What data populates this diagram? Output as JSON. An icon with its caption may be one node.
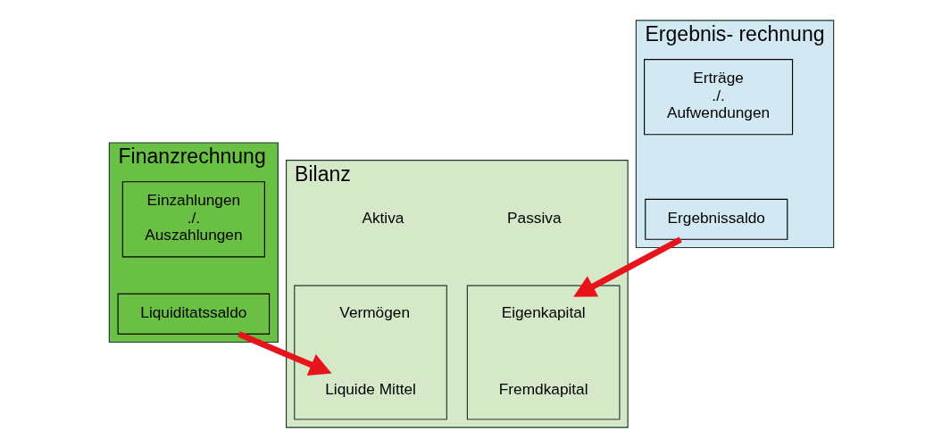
{
  "diagram": {
    "nodes": [
      {
        "text": [
          "Finanzrechnung"
        ]
      },
      {
        "text": [
          "Einzahlungen",
          "./.",
          "Auszahlungen"
        ],
        "in": 0
      },
      {
        "text": [
          "Liquiditatssaldo"
        ],
        "in": 0
      },
      {
        "text": [
          "Bilanz"
        ]
      },
      {
        "text": [
          "Aktiva"
        ],
        "in": 3
      },
      {
        "text": [
          "Passiva"
        ],
        "in": 3
      },
      {
        "text": [],
        "shape": "box",
        "in": 3
      },
      {
        "text": [
          "Vermögen"
        ],
        "in": 6
      },
      {
        "text": [
          "Liquide Mittel"
        ],
        "in": 6
      },
      {
        "text": [],
        "shape": "box",
        "in": 3
      },
      {
        "text": [
          "Eigenkapital"
        ],
        "in": 9
      },
      {
        "text": [
          "Fremdkapital"
        ],
        "in": 9
      },
      {
        "text": [
          "Ergebnis- rechnung"
        ]
      },
      {
        "text": [
          "Erträge",
          "./.",
          "Aufwendungen"
        ],
        "in": 12
      },
      {
        "text": [
          "Ergebnissaldo"
        ],
        "in": 12
      }
    ],
    "edges": [
      {
        "from": 2,
        "to": 8,
        "arrow": "to"
      },
      {
        "from": 14,
        "to": 10,
        "arrow": "to"
      }
    ]
  }
}
